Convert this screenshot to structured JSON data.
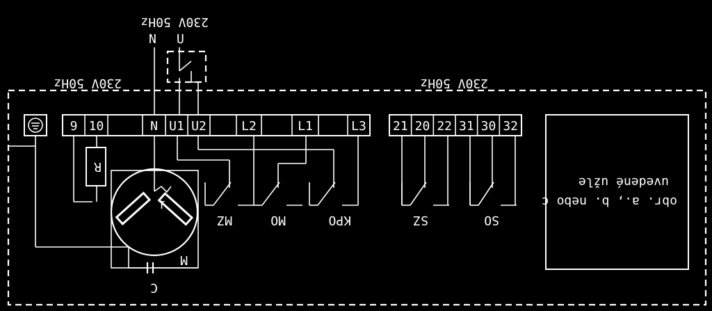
{
  "supply": {
    "top_voltage": "230V 50Hz",
    "top_n": "N",
    "top_u": "U",
    "left_voltage": "230V 50Hz",
    "right_voltage": "230V 50Hz"
  },
  "terminals_left": [
    "9",
    "10",
    "",
    "N",
    "U1",
    "U2",
    "",
    "L2",
    "",
    "L1",
    "",
    "L3"
  ],
  "terminals_right": [
    "21",
    "20",
    "22",
    "31",
    "30",
    "32"
  ],
  "components": {
    "resistor": "R",
    "capacitor": "C",
    "motor": "M",
    "thermal": "T"
  },
  "switches": [
    "MZ",
    "MO",
    "KPO",
    "SZ",
    "SO"
  ],
  "note_box": {
    "line1": "uvedené užle",
    "line2": "obr. a., b. nebo c"
  }
}
